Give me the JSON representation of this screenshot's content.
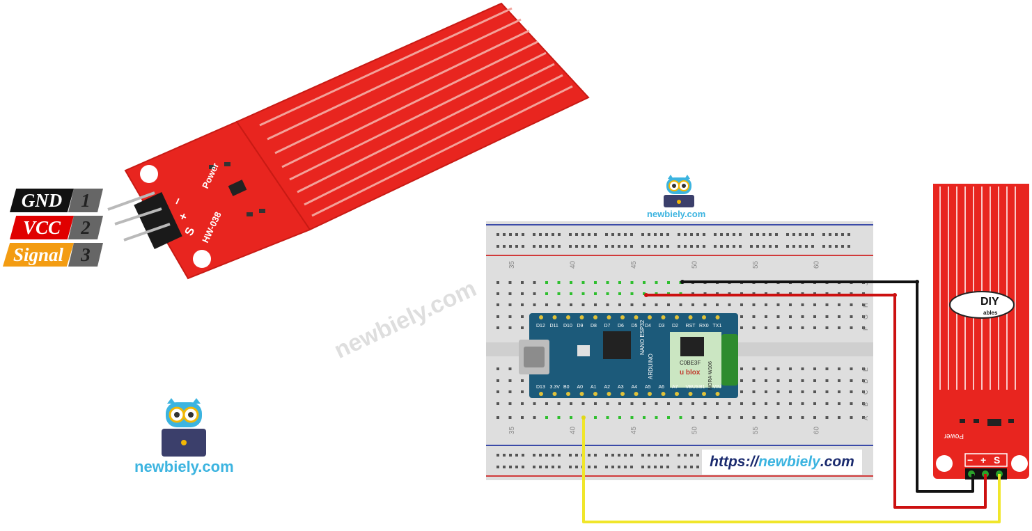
{
  "pin_labels": [
    {
      "name": "GND",
      "num": "1",
      "color": "#111111"
    },
    {
      "name": "VCC",
      "num": "2",
      "color": "#e00000"
    },
    {
      "name": "Signal",
      "num": "3",
      "color": "#f39c12"
    }
  ],
  "sensor_photo": {
    "model": "HW-038",
    "power_label": "Power",
    "pin_marks": [
      "S",
      "+",
      "−"
    ]
  },
  "brand": {
    "logo_text_left": "newbiely.com",
    "logo_text_top": "newbiely.com",
    "watermark": "newbiely.com",
    "url_prefix": "https://",
    "url_domain": "newbiely",
    "url_suffix": ".com"
  },
  "breadboard": {
    "column_numbers": [
      "35",
      "40",
      "45",
      "50",
      "55",
      "60"
    ],
    "row_letters_top": [
      "J",
      "I",
      "H",
      "G",
      "F"
    ],
    "row_letters_bottom": [
      "E",
      "D",
      "C",
      "B",
      "A"
    ]
  },
  "board": {
    "top_pins": [
      "D12",
      "D11",
      "D10",
      "D9",
      "D8",
      "D7",
      "D6",
      "D5",
      "D4",
      "D3",
      "D2",
      "RST",
      "RX0",
      "TX1"
    ],
    "bottom_pins": [
      "D13",
      "3.3V",
      "B0",
      "A0",
      "A1",
      "A2",
      "A3",
      "A4",
      "A5",
      "A6",
      "A7",
      "VBUS",
      "B1",
      "VIN"
    ],
    "chip_brand": "u blox",
    "chip_code": "C0BE3F",
    "chip_model": "NORA-W106",
    "board_name": "NANO ESP32",
    "board_brand": "ARDUINO"
  },
  "sensor_module": {
    "logo_main": "DIY",
    "logo_sub": "ables",
    "power_label": "Power",
    "pin_marks": [
      "−",
      "+",
      "S"
    ]
  },
  "colors": {
    "sensor_red": "#e8251f",
    "wire_black": "#111111",
    "wire_red": "#cc1010",
    "wire_yellow": "#f0e62a",
    "board_blue": "#1c5a7a",
    "brand_blue": "#3cb4e0"
  }
}
